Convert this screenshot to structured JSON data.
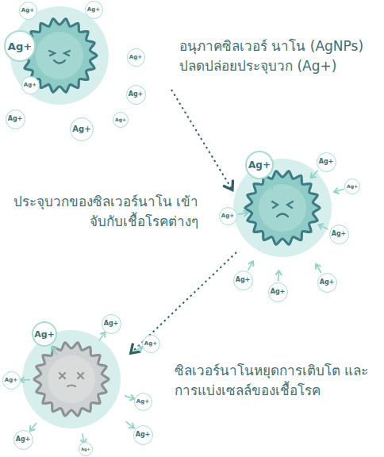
{
  "diagram": {
    "nodes": [
      {
        "text": [
          "Ag+"
        ]
      },
      {
        "text": [
          "Ag+"
        ]
      },
      {
        "text": [
          "Ag+"
        ]
      },
      {
        "text": [
          "Ag+"
        ]
      },
      {
        "text": [
          "Ag+"
        ]
      },
      {
        "text": [
          "Ag+"
        ]
      },
      {
        "text": [
          "Ag+"
        ]
      },
      {
        "text": [
          "Ag+"
        ]
      },
      {
        "text": [
          "Ag+"
        ]
      },
      {
        "text": [
          "Ag+"
        ]
      },
      {
        "text": [
          "Ag+"
        ]
      },
      {
        "text": [
          "Ag+"
        ]
      },
      {
        "text": [
          "Ag+"
        ]
      },
      {
        "text": [
          "Ag+"
        ]
      },
      {
        "text": [
          "Ag+"
        ]
      },
      {
        "text": [
          "Ag+"
        ]
      },
      {
        "text": [
          "Ag+"
        ]
      },
      {
        "text": [
          "Ag+"
        ]
      },
      {
        "text": [
          "Ag+"
        ]
      },
      {
        "text": [
          "Ag+"
        ]
      },
      {
        "text": [
          "Ag+"
        ]
      },
      {
        "text": [
          "Ag+"
        ]
      },
      {
        "text": [
          "Ag+"
        ]
      },
      {
        "text": [
          "Ag+"
        ]
      },
      {
        "text": [
          "Ag+"
        ]
      }
    ],
    "labels": [
      "อนุภาคซิลเวอร์ นาโน (AgNPs) ปลดปล่อยประจุบวก (Ag+)",
      "ประจุบวกของซิลเวอร์นาโน เข้าจับกับเชื้อโรคต่างๆ",
      "ซิลเวอร์นาโนหยุดการเติบโต และการแบ่งเซลล์ของเชื้อโรค"
    ]
  }
}
